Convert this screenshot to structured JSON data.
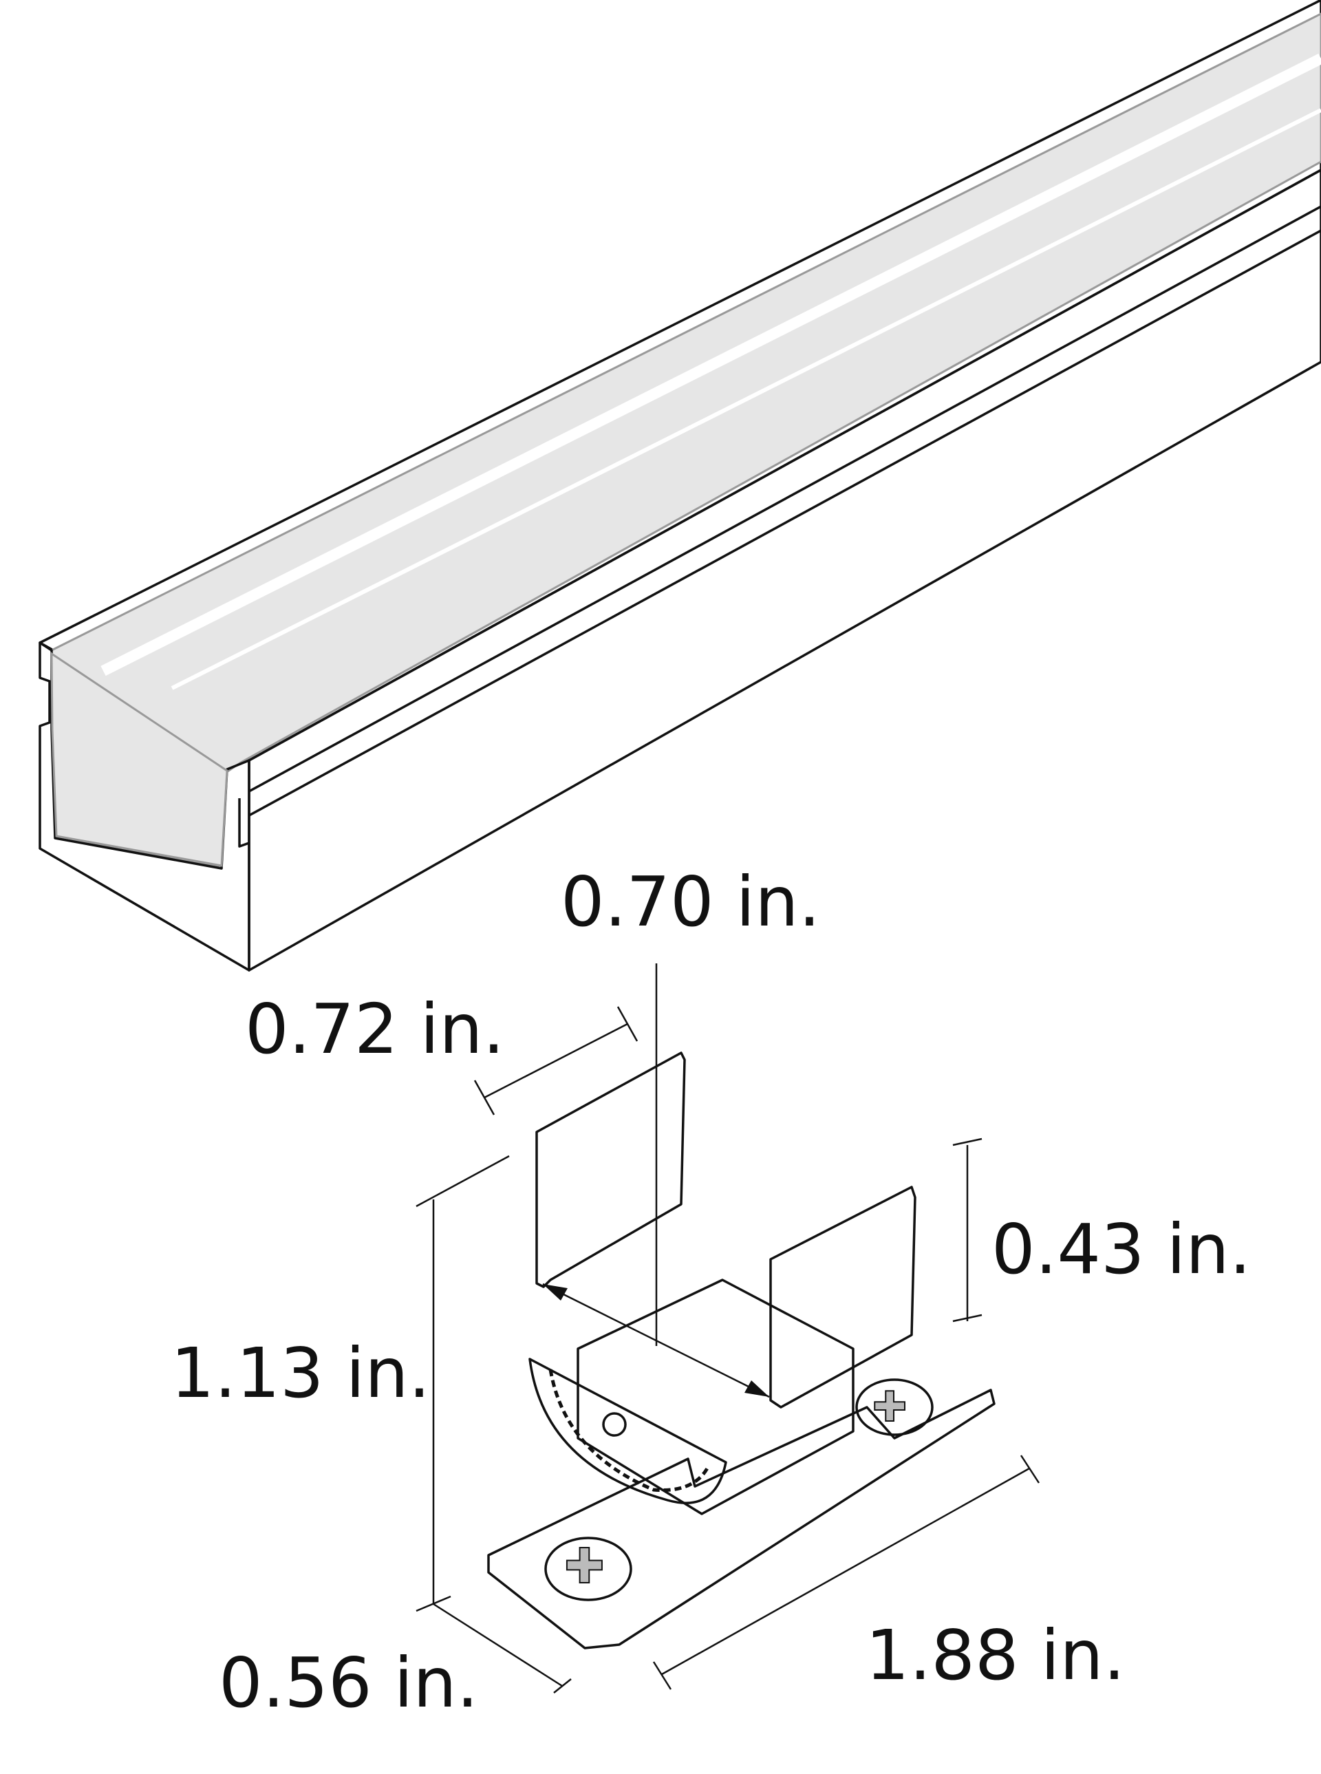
{
  "title": "LED channel profile with mounting clip dimensions",
  "dimensions": {
    "clip_inner_width": "0.70 in.",
    "clip_outer_width": "0.72 in.",
    "clip_arm_height": "0.43 in.",
    "overall_height": "1.13 in.",
    "base_depth": "0.56 in.",
    "base_length": "1.88 in."
  },
  "colors": {
    "lens": "#e6e6e6",
    "outline": "#111111",
    "background": "#ffffff"
  }
}
